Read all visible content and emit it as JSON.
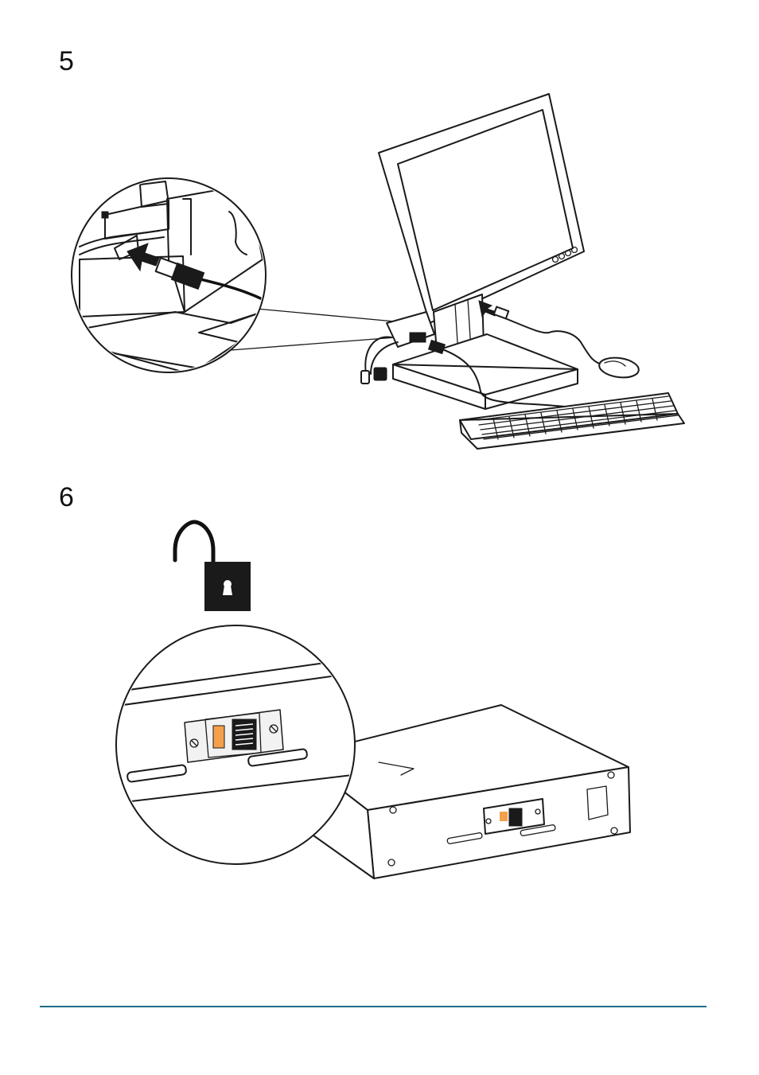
{
  "steps": [
    {
      "number": "5"
    },
    {
      "number": "6"
    }
  ],
  "icons": {
    "step5": [
      "monitor-illustration",
      "keyboard-illustration",
      "mouse-illustration",
      "cable-connector-zoom-callout",
      "insert-arrow-icon"
    ],
    "step6": [
      "unlocked-padlock-icon",
      "keyhole-icon",
      "chassis-illustration",
      "lock-slider-zoom-callout"
    ]
  },
  "colors": {
    "accent_orange": "#f5a04a",
    "footer_rule": "#1e6d87",
    "line": "#1a1a1a"
  }
}
